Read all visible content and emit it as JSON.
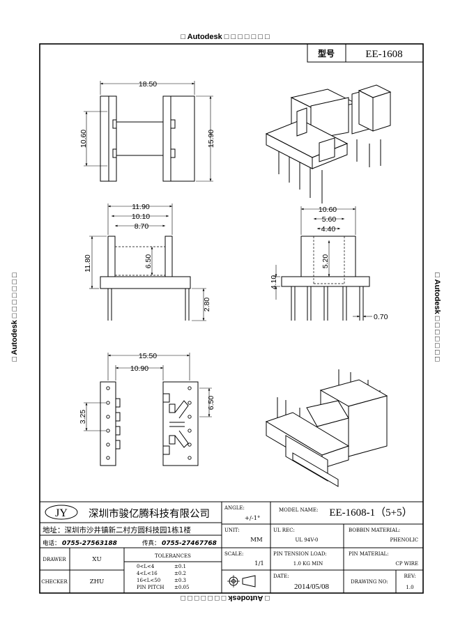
{
  "watermark": {
    "top": "□ Autodesk □ □ □ □ □ □ □",
    "left": "□ Autodesk □ □ □ □ □ □ □",
    "right": "□ Autodesk □ □ □ □ □ □ □",
    "bottom": "□ Autodesk □ □ □ □ □ □ □"
  },
  "header": {
    "model_label": "型号",
    "model_value": "EE-1608"
  },
  "dimensions": {
    "top_width": "18.50",
    "top_left_height": "10.60",
    "top_right_height": "15.90",
    "front_w1": "11.90",
    "front_w2": "10.10",
    "front_w3": "8.70",
    "front_height": "11.80",
    "front_inner": "6.50",
    "front_pin": "2.80",
    "side_w1": "10.60",
    "side_w2": "5.60",
    "side_w3": "4.40",
    "side_inner": "5.20",
    "side_base": "4.10",
    "side_pin": "0.70",
    "bottom_w1": "15.50",
    "bottom_w2": "10.90",
    "bottom_pitch": "3.25",
    "bottom_h": "6.50"
  },
  "title_block": {
    "logo": "JY",
    "company": "深圳市骏亿腾科技有限公司",
    "address": "地址：深圳市沙井镇新二村方圆科技园1栋1楼",
    "phone_label": "电话：",
    "phone": "0755-27563188",
    "fax_label": "传真：",
    "fax": "0755-27467768",
    "angle_label": "ANGLE:",
    "angle_value": "+/-1°",
    "model_name_label": "MODEL NAME:",
    "model_name_value": "EE-1608-1（5+5）",
    "unit_label": "UNIT:",
    "unit_value": "MM",
    "ul_label": "UL REC:",
    "ul_value": "UL 94V-0",
    "bobbin_label": "BOBBIN MATERIAL:",
    "bobbin_value": "PHENOLIC",
    "scale_label": "SCALE:",
    "scale_value": "1/1",
    "tension_label": "PIN TENSION LOAD:",
    "tension_value": "1.0 KG MIN",
    "pin_mat_label": "PIN MATERIAL:",
    "pin_mat_value": "CP WIRE",
    "drawer_label": "DRAWER",
    "drawer_value": "XU",
    "checker_label": "CHECKER",
    "checker_value": "ZHU",
    "tol_label": "TOLERANCES",
    "tol_rows": [
      {
        "range": "0<L<4",
        "tol": "±0.1"
      },
      {
        "range": "4<L<16",
        "tol": "±0.2"
      },
      {
        "range": "16<L<50",
        "tol": "±0.3"
      },
      {
        "range": "PIN PITCH",
        "tol": "±0.05"
      }
    ],
    "date_label": "DATE:",
    "date_value": "2014/05/08",
    "drawing_no_label": "DRAWING NO:",
    "rev_label": "REV:",
    "rev_value": "1.0"
  }
}
